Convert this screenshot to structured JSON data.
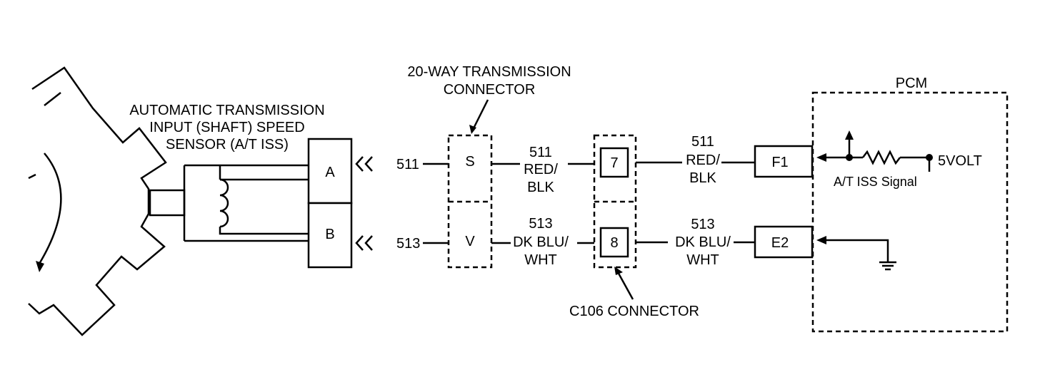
{
  "labels": {
    "sensor_line1": "AUTOMATIC TRANSMISSION",
    "sensor_line2": "INPUT (SHAFT) SPEED",
    "sensor_line3": "SENSOR (A/T ISS)",
    "conn20_line1": "20-WAY TRANSMISSION",
    "conn20_line2": "CONNECTOR",
    "c106": "C106 CONNECTOR",
    "pcm": "PCM",
    "five_volt": "5VOLT",
    "iss_signal": "A/T ISS Signal"
  },
  "sensor_pins": {
    "a": "A",
    "b": "B"
  },
  "connector20_pins": {
    "s": "S",
    "v": "V"
  },
  "c106_pins": {
    "p7": "7",
    "p8": "8"
  },
  "pcm_pins": {
    "f1": "F1",
    "e2": "E2"
  },
  "circuits": {
    "c511": {
      "num": "511",
      "color1": "RED/",
      "color2": "BLK"
    },
    "c513": {
      "num": "513",
      "color1": "DK BLU/",
      "color2": "WHT"
    }
  }
}
